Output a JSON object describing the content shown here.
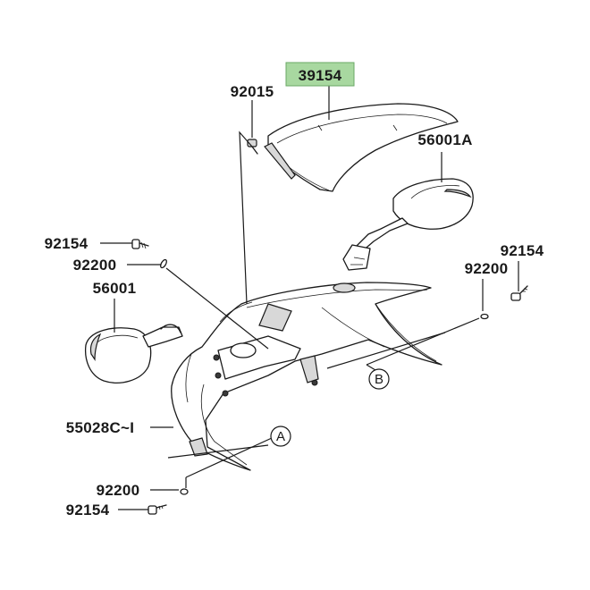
{
  "highlight_color": "#a8d8a0",
  "parts": {
    "windshield": "39154",
    "windshield_screw": "92015",
    "mirror_right": "56001A",
    "mirror_left": "56001",
    "bolt_left": "92154",
    "washer_left": "92200",
    "bolt_right": "92154",
    "washer_right": "92200",
    "upper_cowl": "55028C~I",
    "washer_bottom": "92200",
    "bolt_bottom": "92154"
  },
  "callouts": {
    "a": "A",
    "b": "B"
  }
}
